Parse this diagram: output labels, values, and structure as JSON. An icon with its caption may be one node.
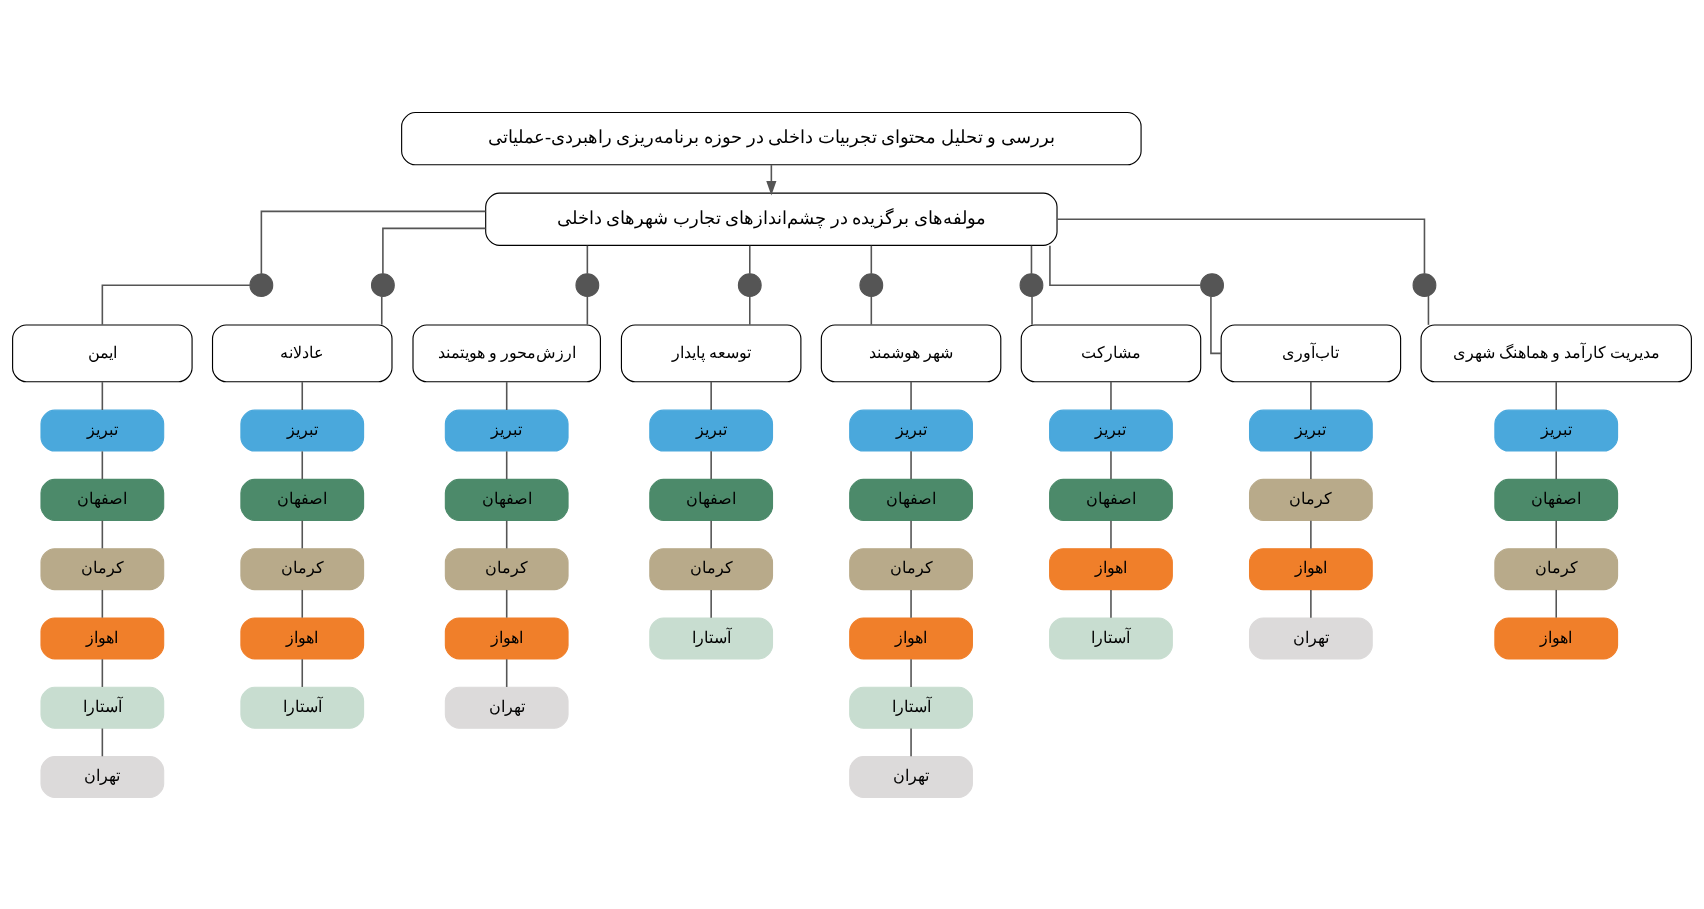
{
  "diagram": {
    "nodes": [
      {
        "text": [
          "بررسی و تحلیل محتوای تجربیات داخلی در حوزه برنامه‌ریزی راهبردی-عملیاتی"
        ]
      },
      {
        "text": [
          "مولفه‌های برگزیده در چشم‌اندازهای تجارب شهرهای داخلی"
        ]
      },
      {
        "text": [],
        "shape": "circle"
      },
      {
        "text": [],
        "shape": "circle"
      },
      {
        "text": [],
        "shape": "circle"
      },
      {
        "text": [],
        "shape": "circle"
      },
      {
        "text": [],
        "shape": "circle"
      },
      {
        "text": [],
        "shape": "circle"
      },
      {
        "text": [],
        "shape": "circle"
      },
      {
        "text": [],
        "shape": "circle"
      },
      {
        "text": [
          "ایمن"
        ]
      },
      {
        "text": [
          "عادلانه"
        ]
      },
      {
        "text": [
          "ارزش‌محور و هویتمند"
        ]
      },
      {
        "text": [
          "توسعه پایدار"
        ]
      },
      {
        "text": [
          "شهر هوشمند"
        ]
      },
      {
        "text": [
          "مشارکت"
        ]
      },
      {
        "text": [
          "تاب‌آوری"
        ]
      },
      {
        "text": [
          "مدیریت کارآمد و هماهنگ شهری"
        ]
      },
      {
        "text": [
          "تبریز"
        ]
      },
      {
        "text": [
          "اصفهان"
        ]
      },
      {
        "text": [
          "کرمان"
        ]
      },
      {
        "text": [
          "اهواز"
        ]
      },
      {
        "text": [
          "آستارا"
        ]
      },
      {
        "text": [
          "تهران"
        ]
      },
      {
        "text": [
          "تبریز"
        ]
      },
      {
        "text": [
          "اصفهان"
        ]
      },
      {
        "text": [
          "کرمان"
        ]
      },
      {
        "text": [
          "اهواز"
        ]
      },
      {
        "text": [
          "آستارا"
        ]
      },
      {
        "text": [
          "تبریز"
        ]
      },
      {
        "text": [
          "اصفهان"
        ]
      },
      {
        "text": [
          "کرمان"
        ]
      },
      {
        "text": [
          "اهواز"
        ]
      },
      {
        "text": [
          "تهران"
        ]
      },
      {
        "text": [
          "تبریز"
        ]
      },
      {
        "text": [
          "اصفهان"
        ]
      },
      {
        "text": [
          "کرمان"
        ]
      },
      {
        "text": [
          "آستارا"
        ]
      },
      {
        "text": [
          "تبریز"
        ]
      },
      {
        "text": [
          "اصفهان"
        ]
      },
      {
        "text": [
          "کرمان"
        ]
      },
      {
        "text": [
          "اهواز"
        ]
      },
      {
        "text": [
          "آستارا"
        ]
      },
      {
        "text": [
          "تهران"
        ]
      },
      {
        "text": [
          "تبریز"
        ]
      },
      {
        "text": [
          "اصفهان"
        ]
      },
      {
        "text": [
          "اهواز"
        ]
      },
      {
        "text": [
          "آستارا"
        ]
      },
      {
        "text": [
          "تبریز"
        ]
      },
      {
        "text": [
          "کرمان"
        ]
      },
      {
        "text": [
          "اهواز"
        ]
      },
      {
        "text": [
          "تهران"
        ]
      },
      {
        "text": [
          "تبریز"
        ]
      },
      {
        "text": [
          "اصفهان"
        ]
      },
      {
        "text": [
          "کرمان"
        ]
      },
      {
        "text": [
          "اهواز"
        ]
      }
    ],
    "edges": [
      {
        "from": 0,
        "to": 1,
        "arrow": "to"
      },
      {
        "from": 1,
        "to": 2,
        "arrow": "none"
      },
      {
        "from": 1,
        "to": 3,
        "arrow": "none"
      },
      {
        "from": 1,
        "to": 4,
        "arrow": "none"
      },
      {
        "from": 1,
        "to": 5,
        "arrow": "none"
      },
      {
        "from": 1,
        "to": 6,
        "arrow": "none"
      },
      {
        "from": 1,
        "to": 7,
        "arrow": "none"
      },
      {
        "from": 1,
        "to": 8,
        "arrow": "none"
      },
      {
        "from": 1,
        "to": 9,
        "arrow": "none"
      },
      {
        "from": 2,
        "to": 10,
        "arrow": "none"
      },
      {
        "from": 3,
        "to": 11,
        "arrow": "none"
      },
      {
        "from": 4,
        "to": 12,
        "arrow": "none"
      },
      {
        "from": 5,
        "to": 13,
        "arrow": "none"
      },
      {
        "from": 6,
        "to": 14,
        "arrow": "none"
      },
      {
        "from": 7,
        "to": 15,
        "arrow": "none"
      },
      {
        "from": 8,
        "to": 16,
        "arrow": "none"
      },
      {
        "from": 9,
        "to": 17,
        "arrow": "none"
      },
      {
        "from": 10,
        "to": 18,
        "arrow": "none"
      },
      {
        "from": 18,
        "to": 19,
        "arrow": "none"
      },
      {
        "from": 19,
        "to": 20,
        "arrow": "none"
      },
      {
        "from": 20,
        "to": 21,
        "arrow": "none"
      },
      {
        "from": 21,
        "to": 22,
        "arrow": "none"
      },
      {
        "from": 22,
        "to": 23,
        "arrow": "none"
      },
      {
        "from": 11,
        "to": 24,
        "arrow": "none"
      },
      {
        "from": 24,
        "to": 25,
        "arrow": "none"
      },
      {
        "from": 25,
        "to": 26,
        "arrow": "none"
      },
      {
        "from": 26,
        "to": 27,
        "arrow": "none"
      },
      {
        "from": 27,
        "to": 28,
        "arrow": "none"
      },
      {
        "from": 12,
        "to": 29,
        "arrow": "none"
      },
      {
        "from": 29,
        "to": 30,
        "arrow": "none"
      },
      {
        "from": 30,
        "to": 31,
        "arrow": "none"
      },
      {
        "from": 31,
        "to": 32,
        "arrow": "none"
      },
      {
        "from": 32,
        "to": 33,
        "arrow": "none"
      },
      {
        "from": 13,
        "to": 34,
        "arrow": "none"
      },
      {
        "from": 34,
        "to": 35,
        "arrow": "none"
      },
      {
        "from": 35,
        "to": 36,
        "arrow": "none"
      },
      {
        "from": 36,
        "to": 37,
        "arrow": "none"
      },
      {
        "from": 14,
        "to": 38,
        "arrow": "none"
      },
      {
        "from": 38,
        "to": 39,
        "arrow": "none"
      },
      {
        "from": 39,
        "to": 40,
        "arrow": "none"
      },
      {
        "from": 40,
        "to": 41,
        "arrow": "none"
      },
      {
        "from": 41,
        "to": 42,
        "arrow": "none"
      },
      {
        "from": 42,
        "to": 43,
        "arrow": "none"
      },
      {
        "from": 15,
        "to": 44,
        "arrow": "none"
      },
      {
        "from": 44,
        "to": 45,
        "arrow": "none"
      },
      {
        "from": 45,
        "to": 46,
        "arrow": "none"
      },
      {
        "from": 46,
        "to": 47,
        "arrow": "none"
      },
      {
        "from": 16,
        "to": 48,
        "arrow": "none"
      },
      {
        "from": 48,
        "to": 49,
        "arrow": "none"
      },
      {
        "from": 49,
        "to": 50,
        "arrow": "none"
      },
      {
        "from": 50,
        "to": 51,
        "arrow": "none"
      },
      {
        "from": 17,
        "to": 52,
        "arrow": "none"
      },
      {
        "from": 52,
        "to": 53,
        "arrow": "none"
      },
      {
        "from": 53,
        "to": 54,
        "arrow": "none"
      },
      {
        "from": 54,
        "to": 55,
        "arrow": "none"
      }
    ]
  }
}
